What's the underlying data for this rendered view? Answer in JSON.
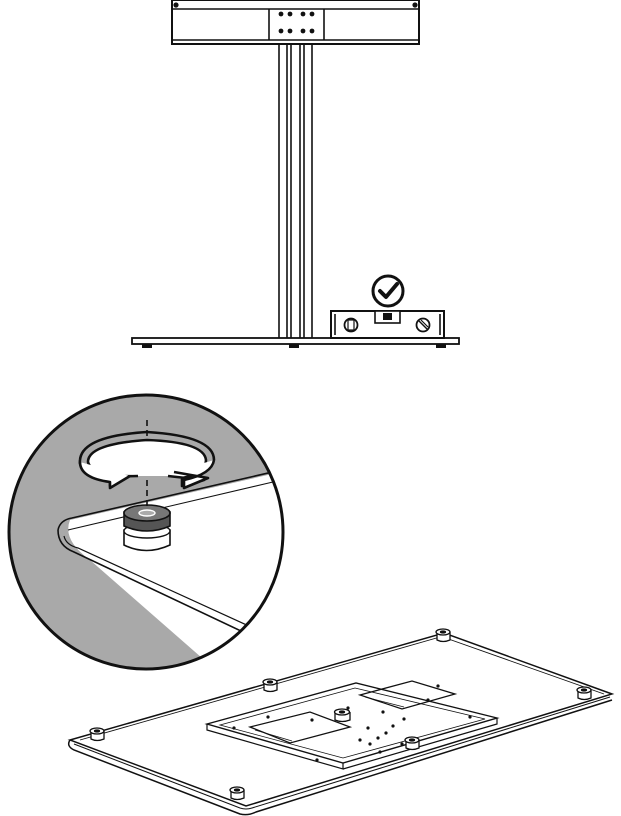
{
  "figure": {
    "panels": [
      {
        "id": "stand-leveling",
        "description_icon": "checkmark-level-icon"
      },
      {
        "id": "foot-adjust-detail",
        "description_icon": "rotate-arrow-icon"
      },
      {
        "id": "base-plate-feet",
        "description_icon": "base-plate"
      }
    ],
    "colors": {
      "ink": "#111111",
      "detail_gray": "#a8a8a8",
      "white": "#ffffff"
    }
  }
}
